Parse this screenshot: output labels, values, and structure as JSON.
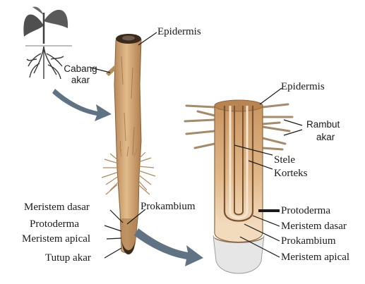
{
  "labels": {
    "epidermis_top": "Epidermis",
    "cabang": "Cabang",
    "akar_a": "akar",
    "meristem_dasar_left": "Meristem dasar",
    "protoderma_left": "Protoderma",
    "meristem_apical_left": "Meristem apical",
    "tutup_akar": "Tutup akar",
    "prokambium_left": "Prokambium",
    "epidermis_right": "Epidermis",
    "rambut": "Rambut",
    "akar_b": "akar",
    "stele": "Stele",
    "korteks": "Korteks",
    "protoderma_right": "Protoderma",
    "meristem_dasar_right": "Meristem dasar",
    "prokambium_right": "Prokambium",
    "meristem_apical_right": "Meristem apical"
  },
  "colors": {
    "root_main": "#cfa06b",
    "root_dark": "#9c6f3f",
    "root_light": "#e8c9a0",
    "plant_leaf": "#4a4a4a",
    "arrow": "#5f7384",
    "cap": "#e6e6e6",
    "hair": "#a58c6a"
  }
}
